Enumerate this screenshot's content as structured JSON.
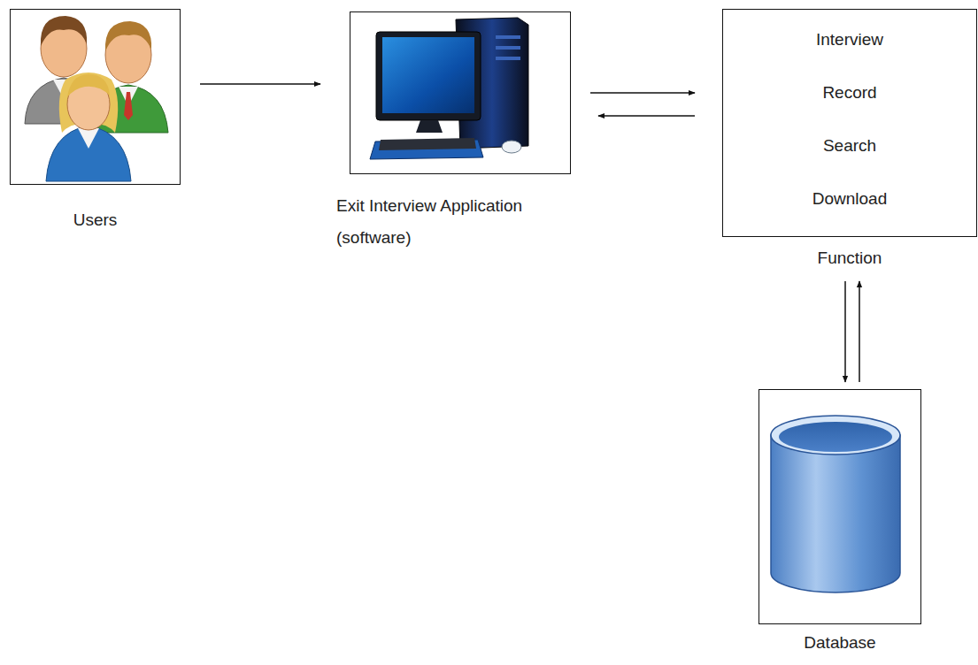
{
  "diagram": {
    "nodes": [
      {
        "text": [
          "Users"
        ]
      },
      {
        "text": [
          "Exit Interview Application (software)"
        ]
      },
      {
        "text": [
          "Interview",
          "Record",
          "Search",
          "Download",
          "Function"
        ]
      },
      {
        "text": [
          "Database"
        ]
      }
    ],
    "edges": [
      {
        "from": 0,
        "to": 1,
        "arrow": "to"
      },
      {
        "from": 1,
        "to": 2,
        "arrow": "to"
      },
      {
        "from": 2,
        "to": 1,
        "arrow": "to"
      },
      {
        "from": 2,
        "to": 3,
        "arrow": "to"
      },
      {
        "from": 3,
        "to": 2,
        "arrow": "to"
      }
    ]
  }
}
